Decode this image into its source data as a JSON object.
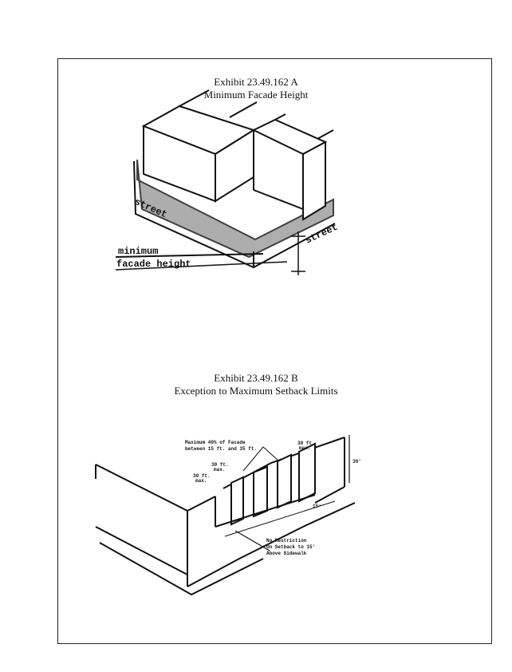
{
  "exhibit_a": {
    "number": "Exhibit 23.49.162 A",
    "title": "Minimum Facade Height",
    "labels": {
      "street_left": "street",
      "street_right": "street",
      "minimum": "minimum",
      "facade_height": "facade height"
    }
  },
  "exhibit_b": {
    "number": "Exhibit 23.49.162 B",
    "title": "Exception to Maximum Setback Limits",
    "labels": {
      "max_facade_1": "Maximum 40% of Facade",
      "max_facade_2": "between 15 ft. and 35 ft.",
      "max_30_right": "30 ft.",
      "max_30_right_sub": "max.",
      "max_30_mid": "30 ft.",
      "max_30_mid_sub": "max.",
      "max_30_left": "30 ft.",
      "max_30_left_sub": "max.",
      "height": "30'",
      "no_restriction_1": "No Restriction",
      "no_restriction_2": "On Setback to 15'",
      "no_restriction_3": "Above Sidewalk",
      "depth": "15'"
    }
  }
}
